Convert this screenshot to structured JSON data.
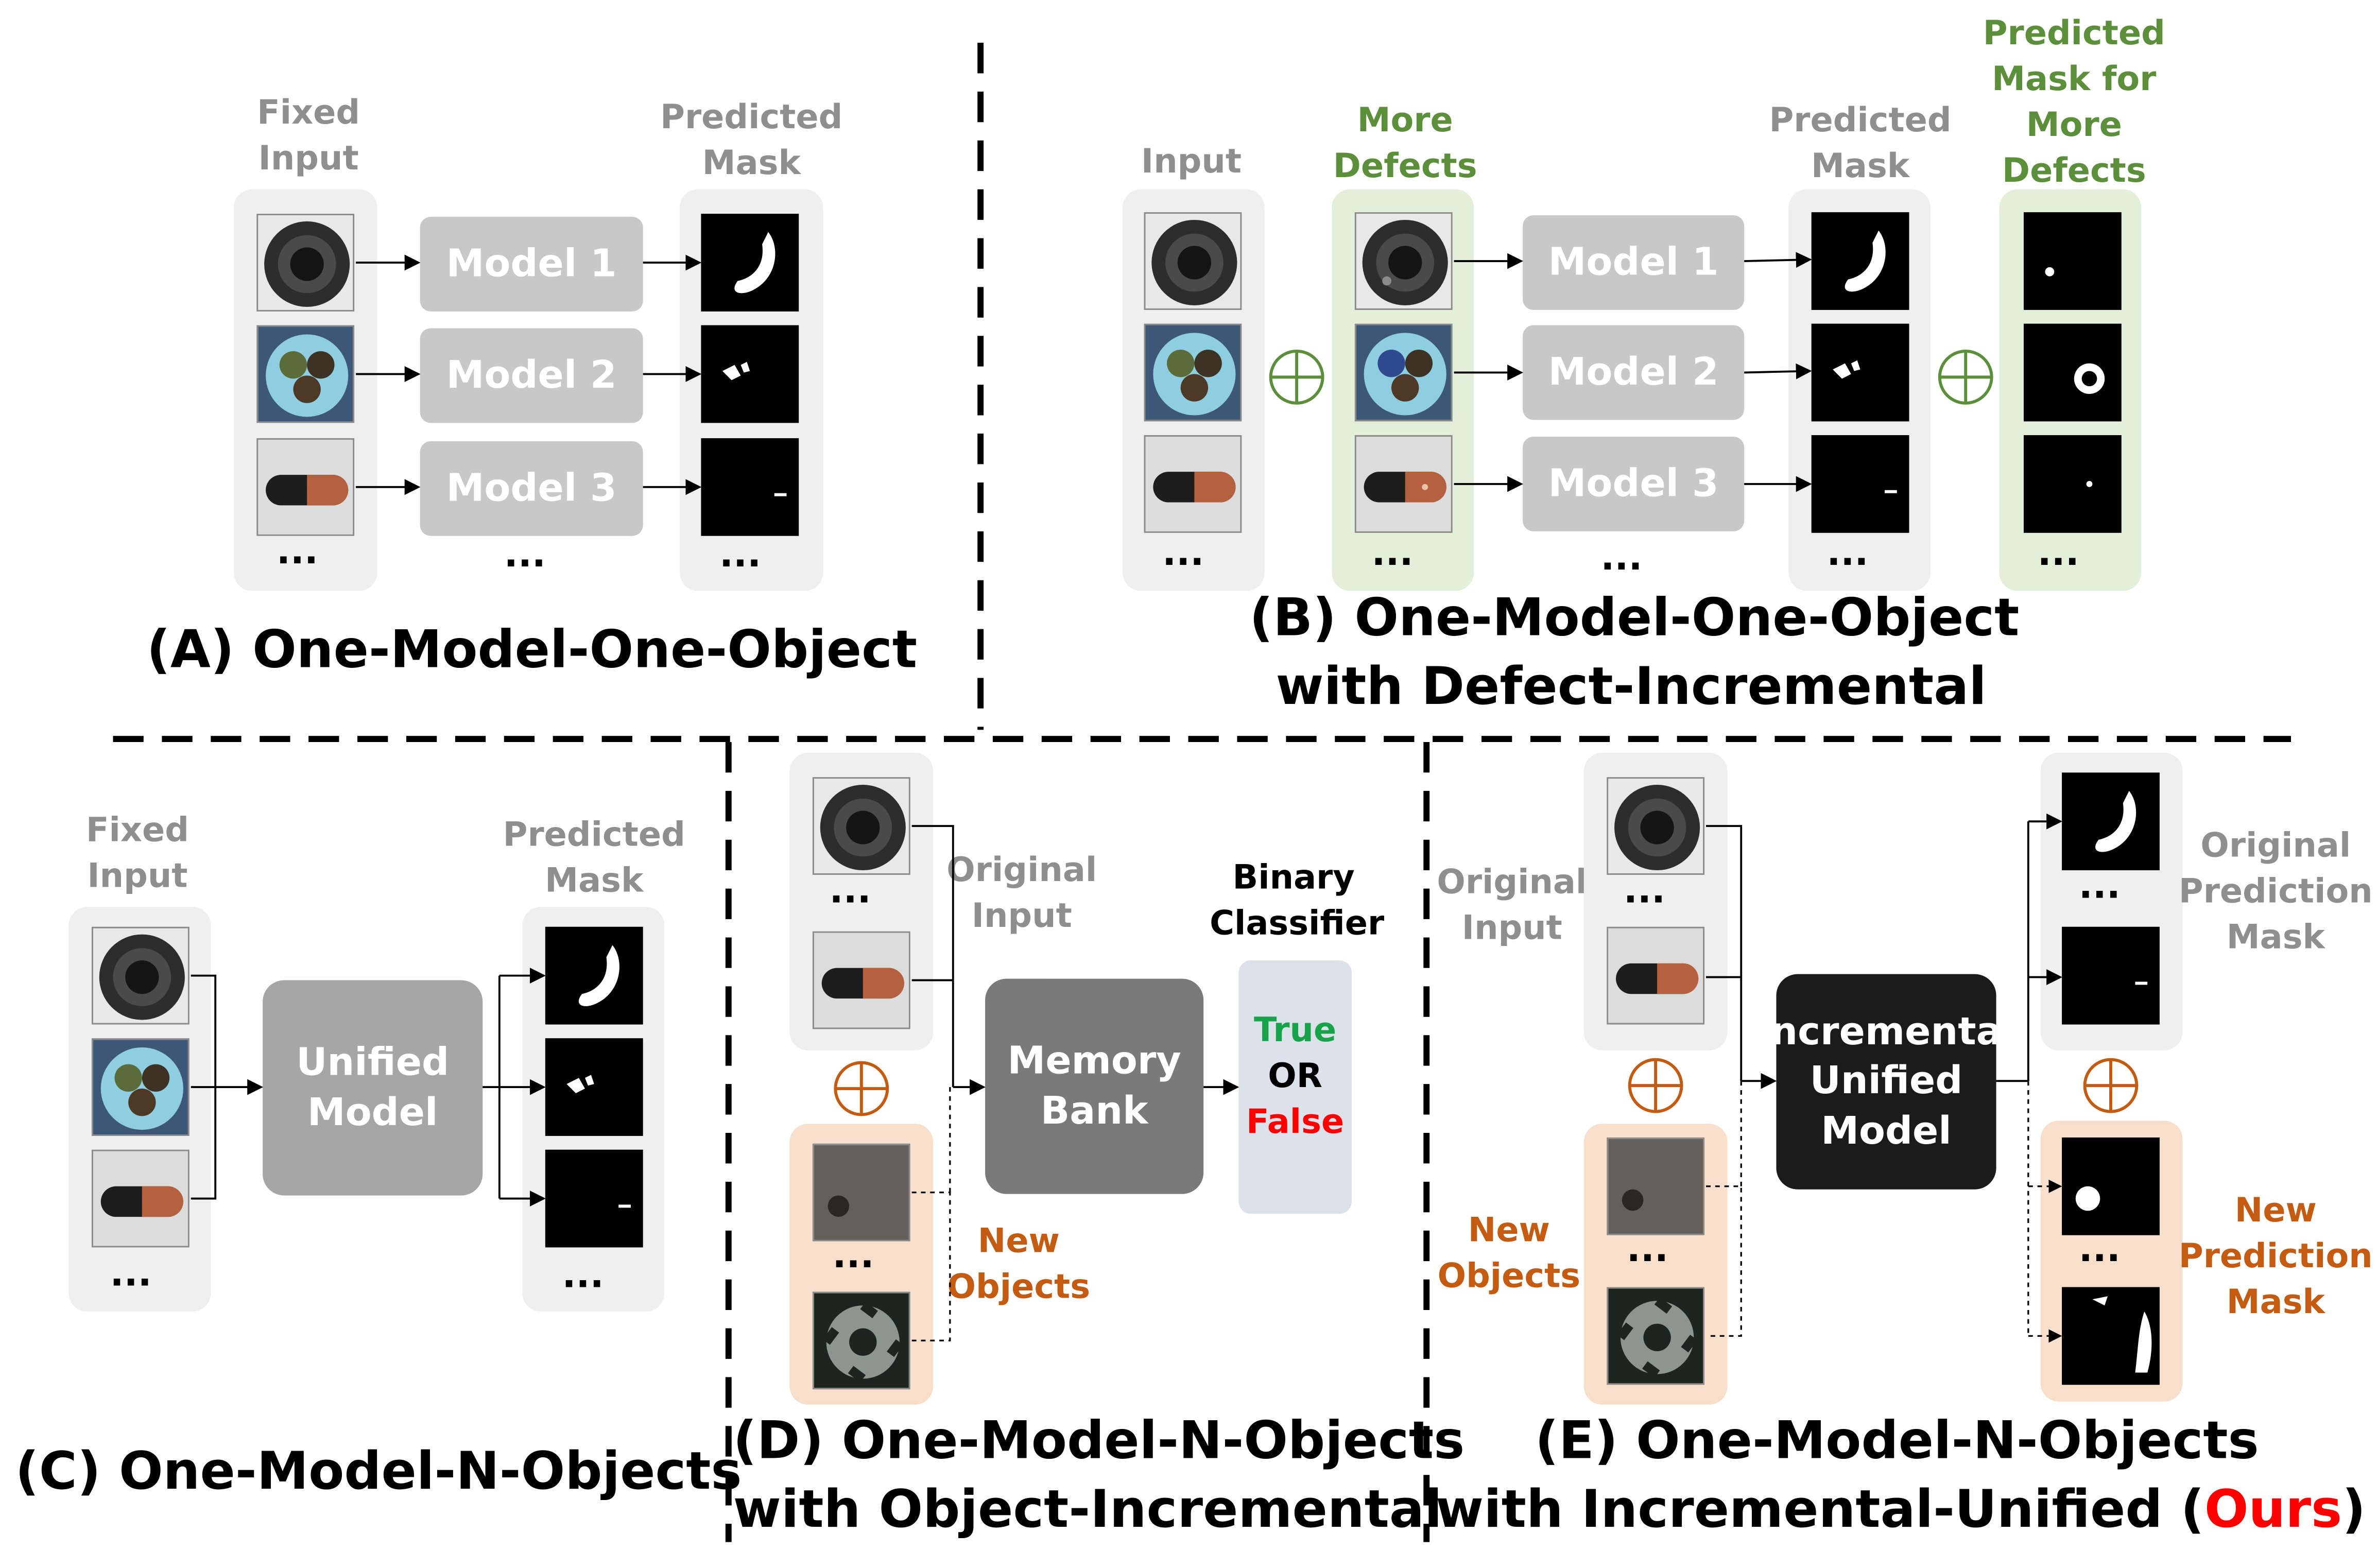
{
  "colors": {
    "panel_gray": "#efefef",
    "panel_green": "#e3efd8",
    "panel_orange": "#f8dfcc",
    "model_box": "#c8c8c8",
    "unified_box": "#a6a6a6",
    "memory_box": "#7a7a7a",
    "incremental_box": "#1b1b1b",
    "classifier_box": "#dde2ea",
    "label_gray": "#8f8f8f",
    "label_green": "#5b8f3a",
    "label_orange": "#c55a11",
    "true_green": "#17a34a",
    "false_red": "#ff0000"
  },
  "panel_a": {
    "input_label": "Fixed\nInput",
    "mask_label": "Predicted\nMask",
    "models": [
      "Model 1",
      "Model 2",
      "Model 3"
    ],
    "ellipsis": "...",
    "caption": "(A) One-Model-One-Object"
  },
  "panel_b": {
    "input_label": "Input",
    "defects_label": "More\nDefects",
    "mask_label": "Predicted\nMask",
    "defect_mask_label": "Predicted\nMask for\nMore\nDefects",
    "models": [
      "Model 1",
      "Model 2",
      "Model 3"
    ],
    "ellipsis": "...",
    "caption_line1": "(B) One-Model-One-Object",
    "caption_line2": "with Defect-Incremental"
  },
  "panel_c": {
    "input_label": "Fixed\nInput",
    "mask_label": "Predicted\nMask",
    "model": "Unified\nModel",
    "ellipsis": "...",
    "caption": "(C) One-Model-N-Objects"
  },
  "panel_d": {
    "original_label": "Original\nInput",
    "new_label": "New\nObjects",
    "memory": "Memory\nBank",
    "classifier_title": "Binary\nClassifier",
    "true_text": "True",
    "or_text": "OR",
    "false_text": "False",
    "ellipsis": "...",
    "caption_line1": "(D) One-Model-N-Objects",
    "caption_line2": "with Object-Incremental"
  },
  "panel_e": {
    "original_label": "Original\nInput",
    "new_label": "New\nObjects",
    "model": "ncrementa\nUnified\nModel",
    "orig_mask_label": "Original\nPrediction\nMask",
    "new_mask_label": "New\nPrediction\nMask",
    "ellipsis": "...",
    "caption_line2_pre": "with Incremental-Unified (",
    "caption_ours": "Ours",
    "caption_line2_post": ")",
    "caption_line1": "(E) One-Model-N-Objects"
  }
}
